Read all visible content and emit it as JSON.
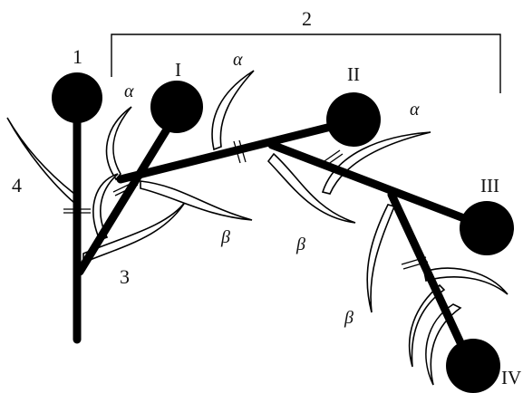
{
  "labels": {
    "n1": "1",
    "n2": "2",
    "n3": "3",
    "n4": "4",
    "r1": "I",
    "r2": "II",
    "r3": "III",
    "r4": "IV",
    "alpha": "α",
    "beta": "β"
  }
}
